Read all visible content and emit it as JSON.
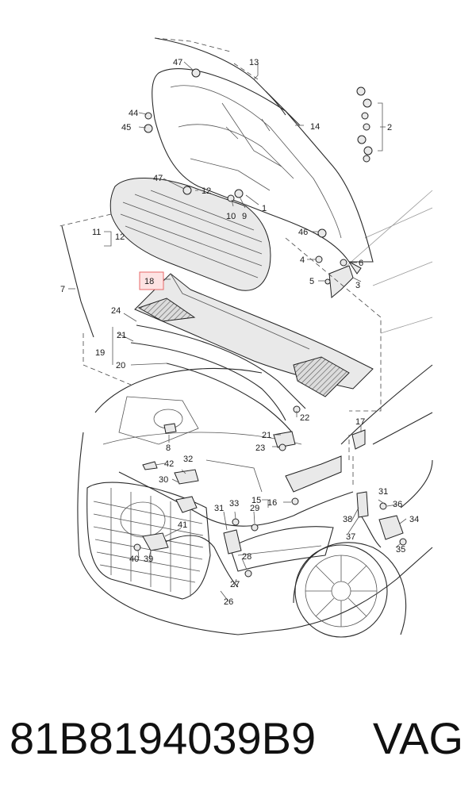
{
  "diagram": {
    "callouts": {
      "c1": "1",
      "c2": "2",
      "c3": "3",
      "c4": "4",
      "c5": "5",
      "c6": "6",
      "c7": "7",
      "c8": "8",
      "c9": "9",
      "c10": "10",
      "c11": "11",
      "c12a": "12",
      "c12b": "12",
      "c13": "13",
      "c14": "14",
      "c15": "15",
      "c16": "16",
      "c17": "17",
      "c18": "18",
      "c19": "19",
      "c20": "20",
      "c21a": "21",
      "c21b": "21",
      "c22": "22",
      "c23": "23",
      "c24": "24",
      "c26": "26",
      "c27": "27",
      "c28": "28",
      "c29": "29",
      "c30": "30",
      "c31a": "31",
      "c31b": "31",
      "c32": "32",
      "c33": "33",
      "c34": "34",
      "c35": "35",
      "c36": "36",
      "c37": "37",
      "c38": "38",
      "c39": "39",
      "c40": "40",
      "c41": "41",
      "c42": "42",
      "c44": "44",
      "c45": "45",
      "c46": "46",
      "c47a": "47",
      "c47b": "47"
    },
    "highlighted_callout": "18",
    "highlight_color": "#e86a6a"
  },
  "footer": {
    "part_number": "81B8194039B9",
    "brand": "VAG"
  }
}
